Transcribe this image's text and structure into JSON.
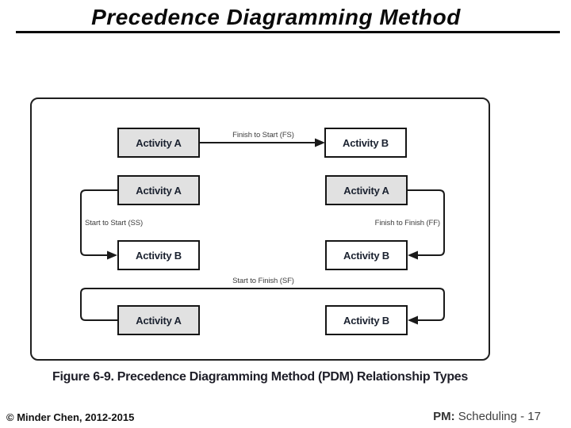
{
  "slide": {
    "title": "Precedence Diagramming Method",
    "caption": "Figure 6-9. Precedence Diagramming Method (PDM) Relationship Types",
    "footer_left": "© Minder Chen, 2012-2015",
    "footer_right_prefix": "PM:",
    "footer_right_text": "Scheduling - 17"
  },
  "diagram": {
    "boxes": [
      {
        "id": "fs-a",
        "label": "Activity A",
        "fill": "gray"
      },
      {
        "id": "fs-b",
        "label": "Activity B",
        "fill": "white"
      },
      {
        "id": "ss-a",
        "label": "Activity A",
        "fill": "gray"
      },
      {
        "id": "ff-a",
        "label": "Activity A",
        "fill": "gray"
      },
      {
        "id": "ss-b",
        "label": "Activity B",
        "fill": "white"
      },
      {
        "id": "ff-b",
        "label": "Activity B",
        "fill": "white"
      },
      {
        "id": "sf-a",
        "label": "Activity A",
        "fill": "gray"
      },
      {
        "id": "sf-b",
        "label": "Activity B",
        "fill": "white"
      }
    ],
    "relationships": [
      {
        "type": "FS",
        "label": "Finish to Start (FS)"
      },
      {
        "type": "SS",
        "label": "Start to Start (SS)"
      },
      {
        "type": "FF",
        "label": "Finish to Finish (FF)"
      },
      {
        "type": "SF",
        "label": "Start to Finish (SF)"
      }
    ],
    "colors": {
      "activity_a_fill": "#e1e1e1",
      "activity_b_fill": "#ffffff",
      "line": "#1a1a1a"
    }
  }
}
